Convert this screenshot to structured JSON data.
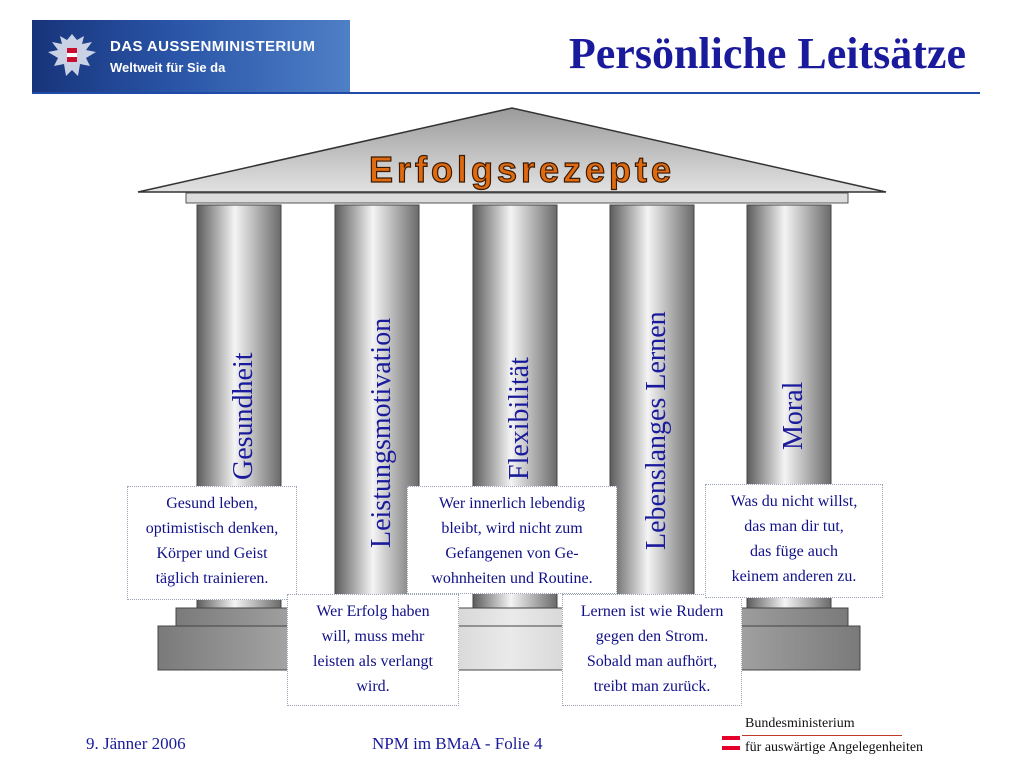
{
  "header": {
    "logo_line1": "DAS AUSSENMINISTERIUM",
    "logo_line2": "Weltweit für Sie da",
    "title": "Persönliche Leitsätze"
  },
  "temple": {
    "roof_label": "Erfolgsrezepte",
    "pillars": [
      "Gesundheit",
      "Leistungsmotivation",
      "Flexibilität",
      "Lebenslanges Lernen",
      "Moral"
    ]
  },
  "captions": {
    "gesundheit": [
      "Gesund leben,",
      "optimistisch denken,",
      "Körper und Geist",
      "täglich trainieren."
    ],
    "leistung": [
      "Wer Erfolg haben",
      "will, muss mehr",
      "leisten als verlangt",
      "wird."
    ],
    "flexibilitaet": [
      "Wer innerlich lebendig",
      "bleibt, wird nicht zum",
      "Gefangenen von Ge-",
      "wohnheiten und Routine."
    ],
    "lernen": [
      "Lernen ist wie Rudern",
      "gegen den Strom.",
      "Sobald man aufhört,",
      "treibt man zurück."
    ],
    "moral": [
      "Was du nicht willst,",
      "das man dir tut,",
      "das füge auch",
      "keinem anderen zu."
    ]
  },
  "footer": {
    "date": "9. Jänner 2006",
    "slide_info": "NPM im BMaA - Folie 4",
    "ministry_line1": "Bundesministerium",
    "ministry_line2": "für auswärtige Angelegenheiten"
  },
  "colors": {
    "title_blue": "#1a1a9c",
    "caption_blue": "#101088",
    "roof_label_fill": "#e06a10",
    "logo_blue": "#17347a",
    "flag_red": "#e4002b"
  }
}
